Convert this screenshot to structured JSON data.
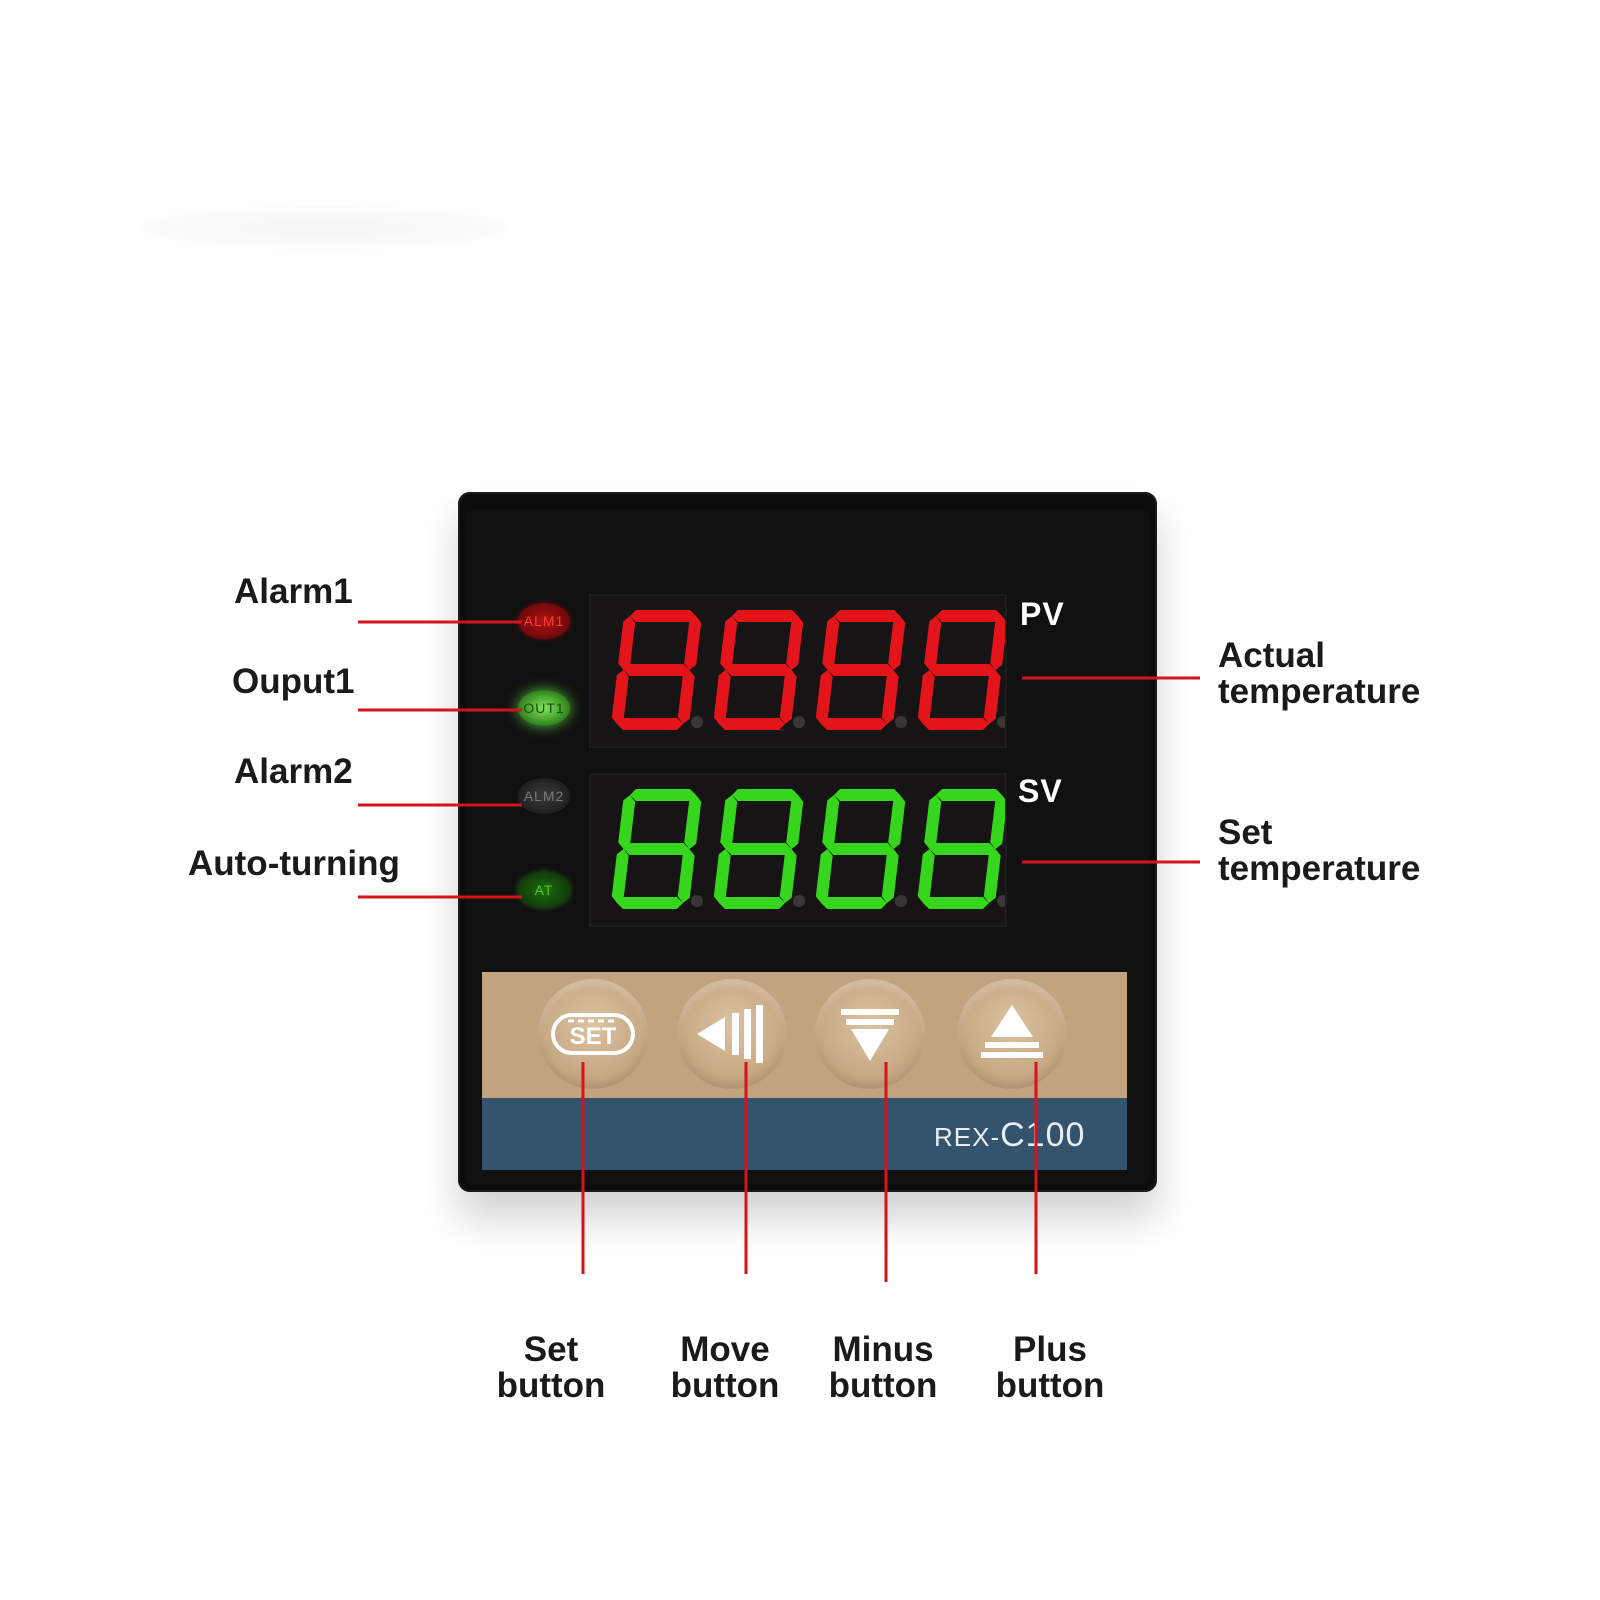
{
  "colors": {
    "pv_segment": "#e3141a",
    "sv_segment": "#36d61c",
    "leader_line": "#d6121a",
    "keypad": "#c1a37f",
    "brand_strip": "#34536d"
  },
  "device": {
    "model_prefix": "REX-",
    "model_number": "C100",
    "pv_label": "PV",
    "sv_label": "SV",
    "pv_digits": "8888",
    "sv_digits": "8888",
    "indicators": {
      "alarm1": "ALM1",
      "output1": "OUT1",
      "alarm2": "ALM2",
      "auto_tuning": "AT"
    },
    "buttons": {
      "set": "SET",
      "move_icon": "move-left-icon",
      "minus_icon": "down-triangle-icon",
      "plus_icon": "up-triangle-icon"
    }
  },
  "callouts": {
    "alarm1": "Alarm1",
    "output1": "Ouput1",
    "alarm2": "Alarm2",
    "auto_tuning": "Auto-turning",
    "actual_temperature": [
      "Actual",
      "temperature"
    ],
    "set_temperature": [
      "Set",
      "temperature"
    ],
    "set_button": [
      "Set",
      "button"
    ],
    "move_button": [
      "Move",
      "button"
    ],
    "minus_button": [
      "Minus",
      "button"
    ],
    "plus_button": [
      "Plus",
      "button"
    ]
  }
}
